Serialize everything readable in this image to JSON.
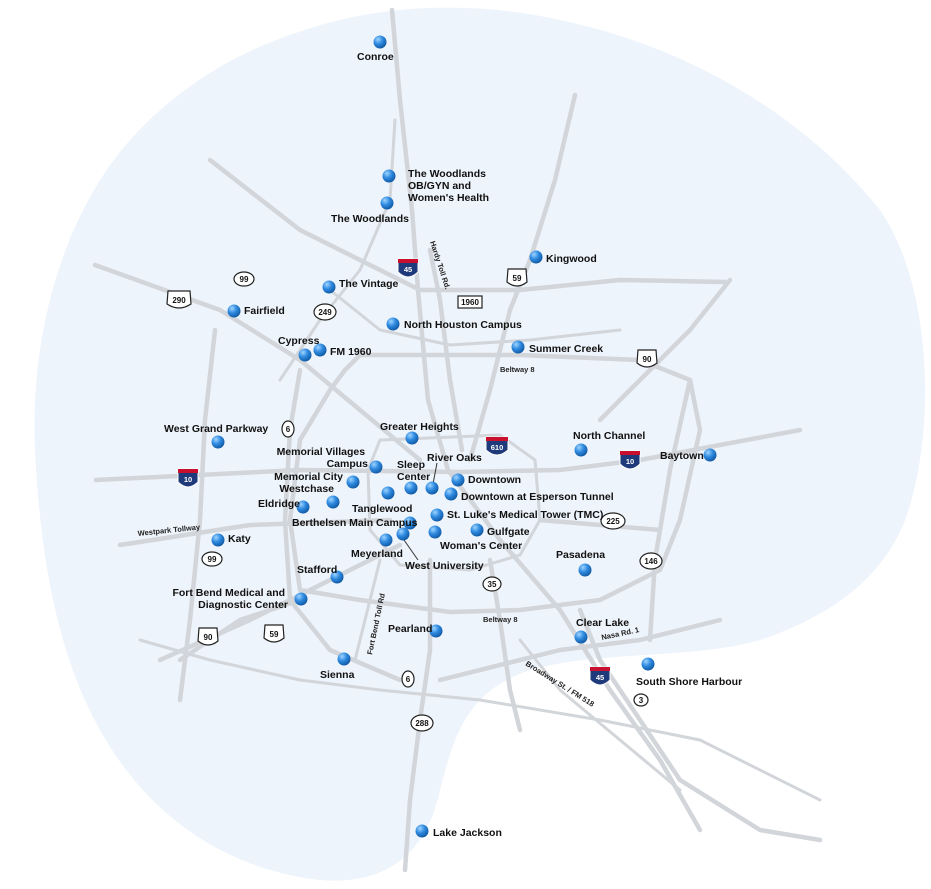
{
  "locations": [
    {
      "id": "conroe",
      "label": "Conroe"
    },
    {
      "id": "woodlands-obgyn",
      "label": "The Woodlands",
      "line2": "OB/GYN and",
      "line3": "Women's Health"
    },
    {
      "id": "woodlands",
      "label": "The Woodlands"
    },
    {
      "id": "kingwood",
      "label": "Kingwood"
    },
    {
      "id": "vintage",
      "label": "The Vintage"
    },
    {
      "id": "fairfield",
      "label": "Fairfield"
    },
    {
      "id": "north-houston",
      "label": "North Houston Campus"
    },
    {
      "id": "cypress",
      "label": "Cypress"
    },
    {
      "id": "fm1960",
      "label": "FM 1960"
    },
    {
      "id": "summer-creek",
      "label": "Summer Creek"
    },
    {
      "id": "greater-heights",
      "label": "Greater Heights"
    },
    {
      "id": "west-grand-parkway",
      "label": "West Grand Parkway"
    },
    {
      "id": "memorial-villages",
      "label": "Memorial Villages",
      "line2": "Campus"
    },
    {
      "id": "memorial-city",
      "label": "Memorial City"
    },
    {
      "id": "westchase",
      "label": "Westchase"
    },
    {
      "id": "river-oaks",
      "label": "River Oaks"
    },
    {
      "id": "sleep-center",
      "label": "Sleep",
      "line2": "Center"
    },
    {
      "id": "downtown",
      "label": "Downtown"
    },
    {
      "id": "esperson",
      "label": "Downtown at Esperson Tunnel"
    },
    {
      "id": "north-channel",
      "label": "North Channel"
    },
    {
      "id": "baytown",
      "label": "Baytown"
    },
    {
      "id": "eldridge",
      "label": "Eldridge"
    },
    {
      "id": "tanglewood",
      "label": "Tanglewood"
    },
    {
      "id": "berthelsen",
      "label": "Berthelsen Main Campus"
    },
    {
      "id": "tmc",
      "label": "St. Luke's Medical Tower (TMC)"
    },
    {
      "id": "gulfgate",
      "label": "Gulfgate"
    },
    {
      "id": "womans-center",
      "label": "Woman's Center"
    },
    {
      "id": "katy",
      "label": "Katy"
    },
    {
      "id": "meyerland",
      "label": "Meyerland"
    },
    {
      "id": "west-university",
      "label": "West University"
    },
    {
      "id": "pasadena",
      "label": "Pasadena"
    },
    {
      "id": "stafford",
      "label": "Stafford"
    },
    {
      "id": "fort-bend",
      "label": "Fort Bend Medical and",
      "line2": "Diagnostic Center"
    },
    {
      "id": "clear-lake",
      "label": "Clear Lake"
    },
    {
      "id": "pearland",
      "label": "Pearland"
    },
    {
      "id": "sienna",
      "label": "Sienna"
    },
    {
      "id": "south-shore",
      "label": "South Shore Harbour"
    },
    {
      "id": "lake-jackson",
      "label": "Lake Jackson"
    }
  ],
  "road_labels": {
    "hardy_toll": "Hardy Toll Rd.",
    "beltway8_north": "Beltway 8",
    "beltway8_south": "Beltway 8",
    "westpark": "Westpark Tollway",
    "fort_bend_toll": "Fort Bend Toll Rd",
    "nasa": "Nasa Rd. 1",
    "broadway": "Broadway St. / FM 518"
  },
  "shields": {
    "i45_north": "45",
    "i45_south": "45",
    "i10_west": "10",
    "i10_east": "10",
    "i610": "610",
    "us59_north": "59",
    "us59_south": "59",
    "us290": "290",
    "us90_east": "90",
    "us90_west": "90",
    "sh99_north": "99",
    "sh99_west": "99",
    "sh249": "249",
    "fm1960": "1960",
    "sh6_north": "6",
    "sh6_south": "6",
    "sh225": "225",
    "sh146": "146",
    "sh35": "35",
    "sh288": "288",
    "sh3": "3"
  },
  "colors": {
    "region_fill": "#eef4fb",
    "road": "#d2d5d9",
    "marker": "#1b73c4",
    "interstate_blue": "#1e3a7a",
    "interstate_red": "#c8102e"
  }
}
